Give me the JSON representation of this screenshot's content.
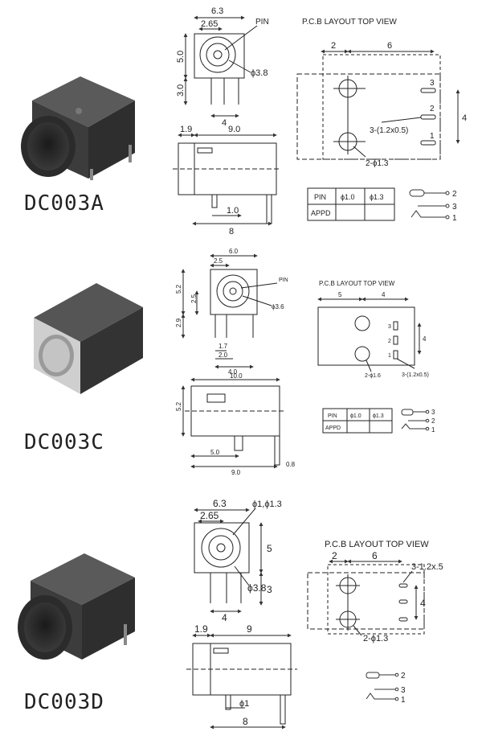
{
  "parts": [
    {
      "name": "DC003A",
      "front": {
        "w": "6.3",
        "offset": "2.65",
        "pin": "PIN",
        "h_top": "5.0",
        "h_bottom": "3.0",
        "pitch": "4",
        "hole": "ϕ3.8"
      },
      "side": {
        "front_len": "1.9",
        "body_len": "9.0",
        "pin_w": "1.0",
        "total_len": "8"
      },
      "pcb": {
        "title": "P.C.B LAYOUT    TOP VIEW",
        "dims": [
          "2",
          "6",
          "4"
        ],
        "slot_label": "3-(1.2x0.5)",
        "hole_label": "2-ϕ1.3",
        "pin_nums": [
          "3",
          "2",
          "1"
        ]
      },
      "table": {
        "row1": [
          "PIN",
          "ϕ1.0",
          "ϕ1.3"
        ],
        "row2": [
          "APPD",
          "",
          ""
        ]
      },
      "schematic": [
        "2",
        "3",
        "1"
      ]
    },
    {
      "name": "DC003C",
      "front": {
        "w": "6.0",
        "offset": "2.5",
        "pin": "PIN",
        "h_top": "5.2",
        "h_mid": "2.5",
        "h_bottom": "2.9",
        "pitch_a": "1.7",
        "pitch_b": "2.0",
        "pitch_c": "4.0",
        "hole": "ϕ3.6"
      },
      "side": {
        "body_len": "10.0",
        "height": "5.2",
        "pin_pos": "5.0",
        "total_len": "9.0",
        "pin_w": "0.8"
      },
      "pcb": {
        "title": "P.C.B LAYOUT    TOP VIEW",
        "dims": [
          "5",
          "4",
          "4"
        ],
        "slot_label": "3-(1.2x0.5)",
        "hole_label": "2-ϕ1.6",
        "pin_nums": [
          "3",
          "2",
          "1"
        ]
      },
      "table": {
        "row1": [
          "PIN",
          "ϕ1.0",
          "ϕ1.3"
        ],
        "row2": [
          "APPD",
          "",
          ""
        ]
      },
      "schematic": [
        "3",
        "2",
        "1"
      ]
    },
    {
      "name": "DC003D",
      "front": {
        "w": "6.3",
        "offset": "2.65",
        "pin": "ϕ1,ϕ1.3",
        "h_top": "5",
        "h_bottom": "3",
        "pitch": "4",
        "hole": "ϕ3.8"
      },
      "side": {
        "front_len": "1.9",
        "body_len": "9",
        "pin_w": "ϕ1",
        "total_len": "8"
      },
      "pcb": {
        "title": "P.C.B LAYOUT TOP VIEW",
        "dims": [
          "2",
          "6",
          "4"
        ],
        "slot_label": "3-1.2x.5",
        "hole_label": "2-ϕ1.3"
      },
      "schematic": [
        "2",
        "3",
        "1"
      ]
    }
  ]
}
